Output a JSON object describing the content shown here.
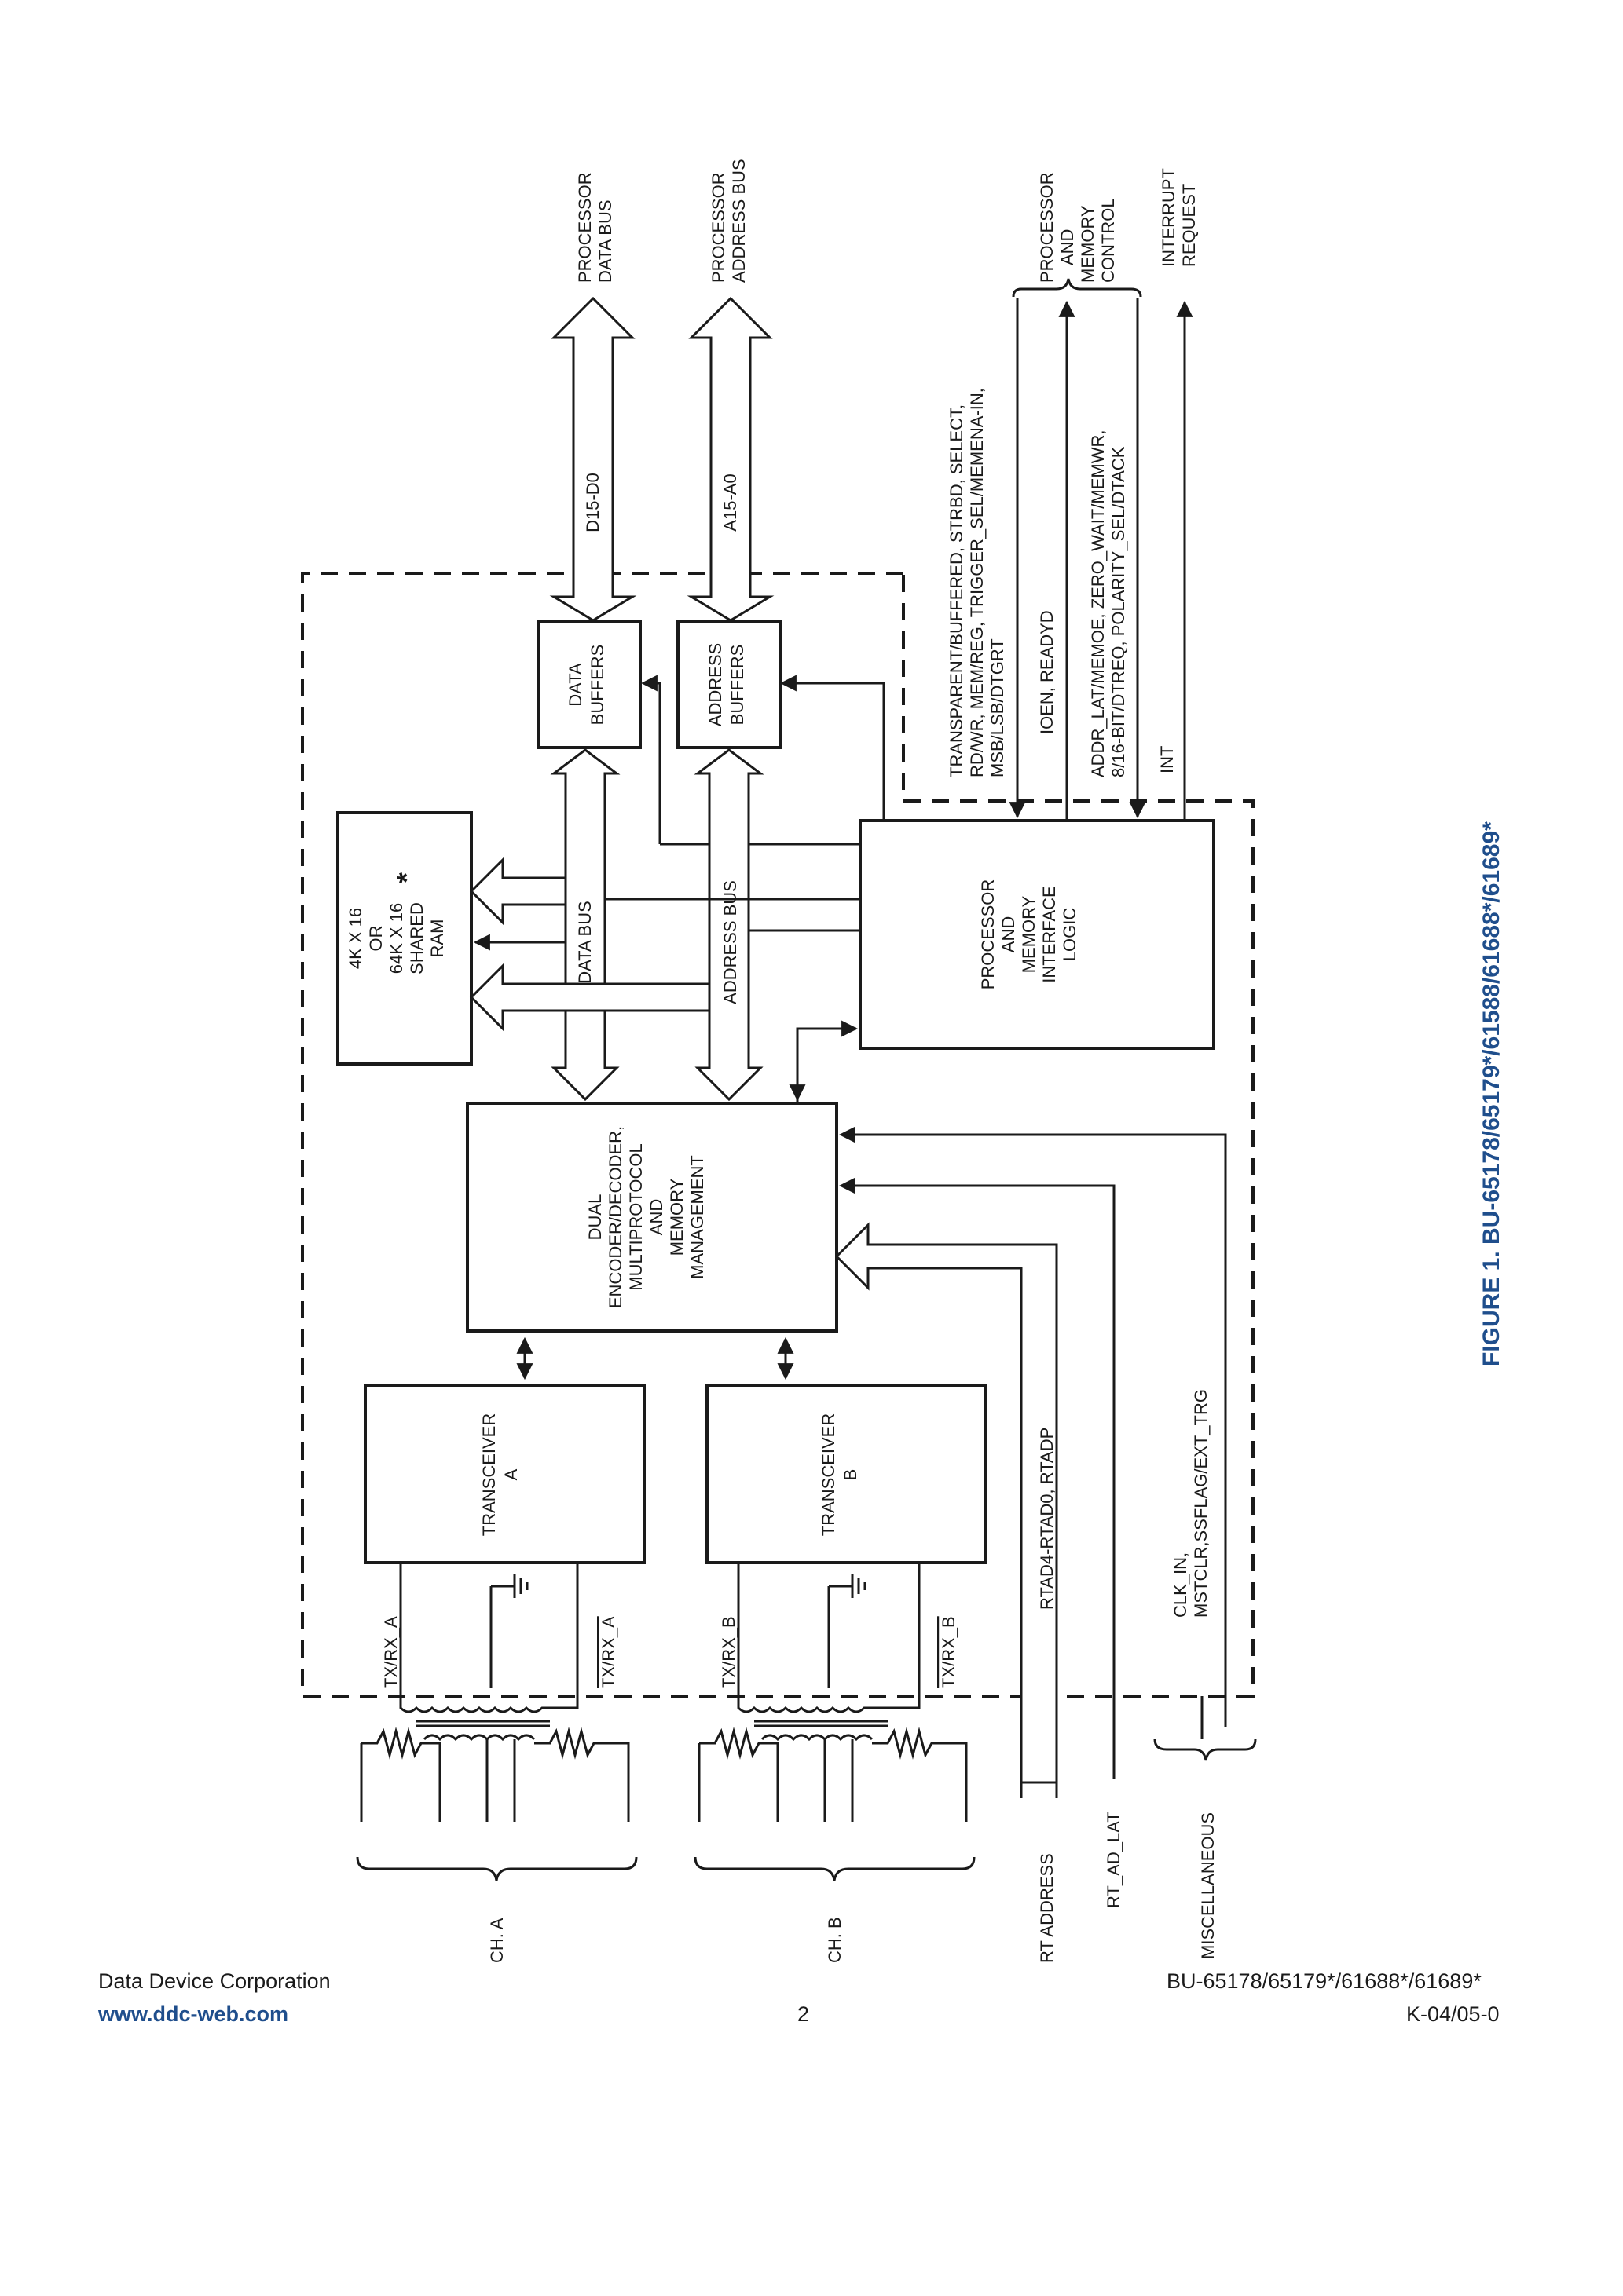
{
  "figure": {
    "caption": "FIGURE 1. BU-65178/65179*/61588/61688*/61689*"
  },
  "blocks": {
    "ram": [
      "4K X 16",
      "OR",
      "64K X 16",
      "SHARED",
      "RAM"
    ],
    "ram_star": "*",
    "data_buffers": [
      "DATA",
      "BUFFERS"
    ],
    "address_buffers": [
      "ADDRESS",
      "BUFFERS"
    ],
    "processor_logic": [
      "PROCESSOR",
      "AND",
      "MEMORY",
      "INTERFACE",
      "LOGIC"
    ],
    "encoder": [
      "DUAL",
      "ENCODER/DECODER,",
      "MULTIPROTOCOL",
      "AND",
      "MEMORY",
      "MANAGEMENT"
    ],
    "transceiver_a": [
      "TRANSCEIVER",
      "A"
    ],
    "transceiver_b": [
      "TRANSCEIVER",
      "B"
    ]
  },
  "buses": {
    "data_bus": "DATA BUS",
    "address_bus": "ADDRESS BUS",
    "d15_d0": "D15-D0",
    "a15_a0": "A15-A0",
    "processor_data_bus": [
      "PROCESSOR",
      "DATA BUS"
    ],
    "processor_address_bus": [
      "PROCESSOR",
      "ADDRESS BUS"
    ],
    "processor_memory_control": [
      "PROCESSOR",
      "AND",
      "MEMORY",
      "CONTROL"
    ],
    "interrupt_request": [
      "INTERRUPT",
      "REQUEST"
    ]
  },
  "signals": {
    "group1": [
      "TRANSPARENT/BUFFERED, STRBD, SELECT,",
      "RD/WR, MEM/REG, TRIGGER_SEL/MEMENA-IN,",
      "MSB/LSB/DTGRT"
    ],
    "ioen": "IOEN, READYD",
    "group2": [
      "ADDR_LAT/MEMOE, ZERO_WAIT/MEMWR,",
      "8/16-BIT/DTREQ, POLARITY_SEL/DTACK"
    ],
    "int": "INT",
    "rtad": "RTAD4-RTAD0, RTADP",
    "misc": [
      "CLK_IN,",
      "MSTCLR,SSFLAG/EXT_TRG"
    ],
    "tx_rx_a": "TX/RX_A",
    "tx_rx_a_n": "TX/RX_A",
    "tx_rx_b": "TX/RX_B",
    "tx_rx_b_n": "TX/RX_B"
  },
  "external": {
    "ch_a": "CH. A",
    "ch_b": "CH. B",
    "rt_address": "RT ADDRESS",
    "rt_ad_lat": "RT_AD_LAT",
    "miscellaneous": "MISCELLANEOUS"
  },
  "footer": {
    "company": "Data Device Corporation",
    "website": "www.ddc-web.com",
    "page": "2",
    "part": "BU-65178/65179*/61688*/61689*",
    "rev": "K-04/05-0"
  }
}
